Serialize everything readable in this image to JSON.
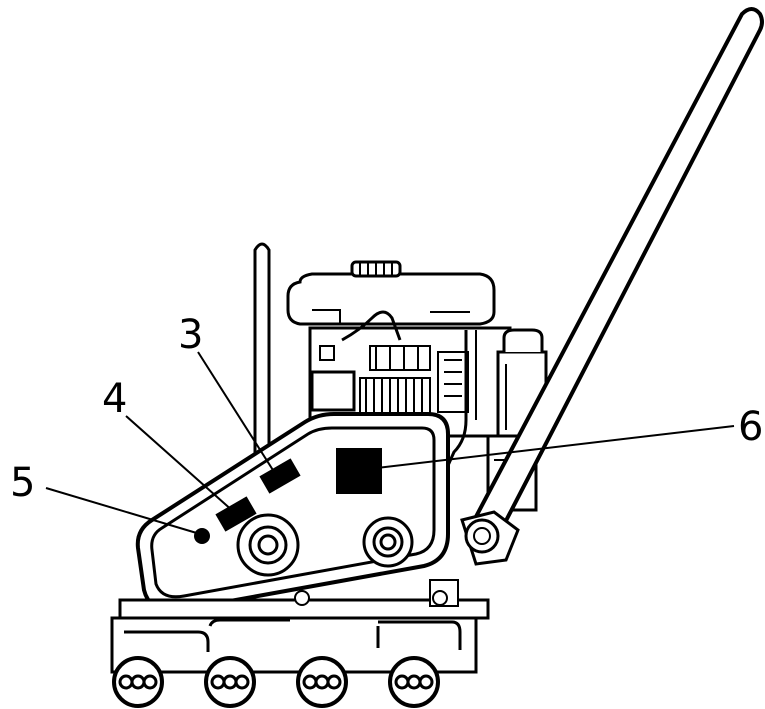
{
  "figure": {
    "callouts": [
      {
        "id": "c3",
        "label": "3"
      },
      {
        "id": "c4",
        "label": "4"
      },
      {
        "id": "c5",
        "label": "5"
      },
      {
        "id": "c6",
        "label": "6"
      }
    ]
  },
  "colors": {
    "ink": "#000000",
    "paper": "#ffffff"
  }
}
